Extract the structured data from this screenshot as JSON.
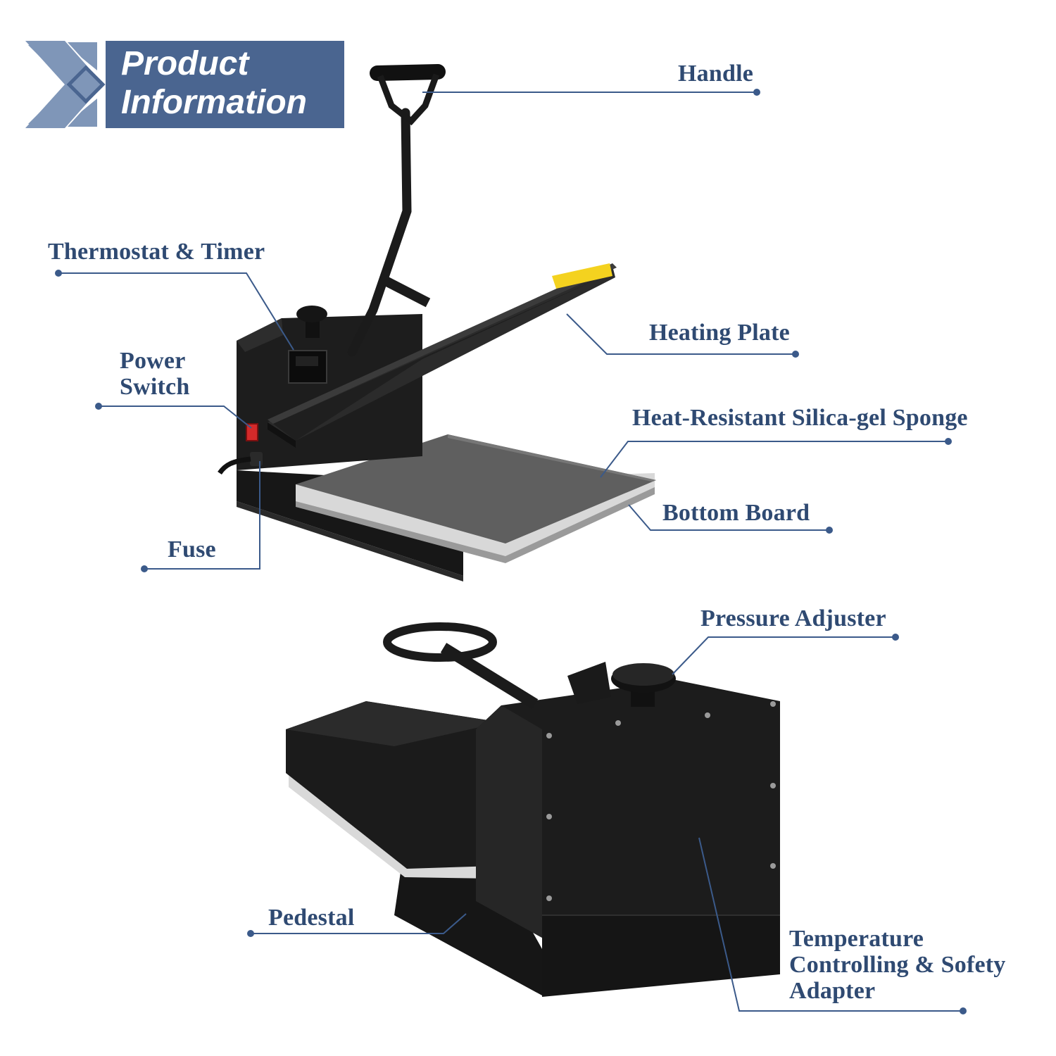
{
  "banner": {
    "title_line1": "Product",
    "title_line2": "Information"
  },
  "labels": {
    "handle": "Handle",
    "thermostat_timer": "Thermostat & Timer",
    "heating_plate": "Heating Plate",
    "power_switch": "Power\nSwitch",
    "silica_gel_sponge": "Heat-Resistant Silica-gel Sponge",
    "bottom_board": "Bottom Board",
    "fuse": "Fuse",
    "pressure_adjuster": "Pressure Adjuster",
    "pedestal": "Pedestal",
    "temperature_adapter": "Temperature\nControlling & Sofety\nAdapter"
  },
  "colors": {
    "label_text": "#2f4a72",
    "leader_line": "#3b5a8a",
    "banner_bg": "#4a6590",
    "banner_pattern": "#7f96b8",
    "machine_body": "#1c1c1c",
    "silica_gel": "#5f5f5f",
    "warning_sticker": "#f4d21f",
    "power_switch": "#d42a2a"
  }
}
